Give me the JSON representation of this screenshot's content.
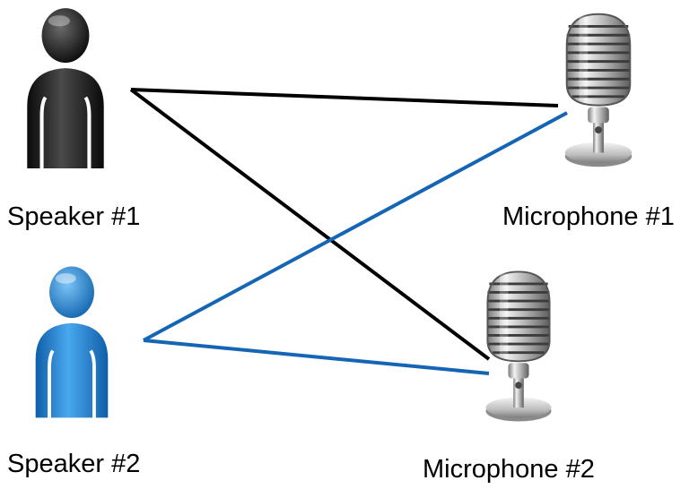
{
  "nodes": {
    "speaker1": {
      "label": "Speaker #1",
      "icon": "person-icon",
      "color": "#1f1f1f"
    },
    "speaker2": {
      "label": "Speaker #2",
      "icon": "person-icon",
      "color": "#1e7fd0"
    },
    "microphone1": {
      "label": "Microphone #1",
      "icon": "microphone-icon"
    },
    "microphone2": {
      "label": "Microphone #2",
      "icon": "microphone-icon"
    }
  },
  "edges": [
    {
      "from": "speaker1",
      "to": "microphone1",
      "color": "#000000"
    },
    {
      "from": "speaker1",
      "to": "microphone2",
      "color": "#000000"
    },
    {
      "from": "speaker2",
      "to": "microphone1",
      "color": "#1565b5"
    },
    {
      "from": "speaker2",
      "to": "microphone2",
      "color": "#1565b5"
    }
  ]
}
